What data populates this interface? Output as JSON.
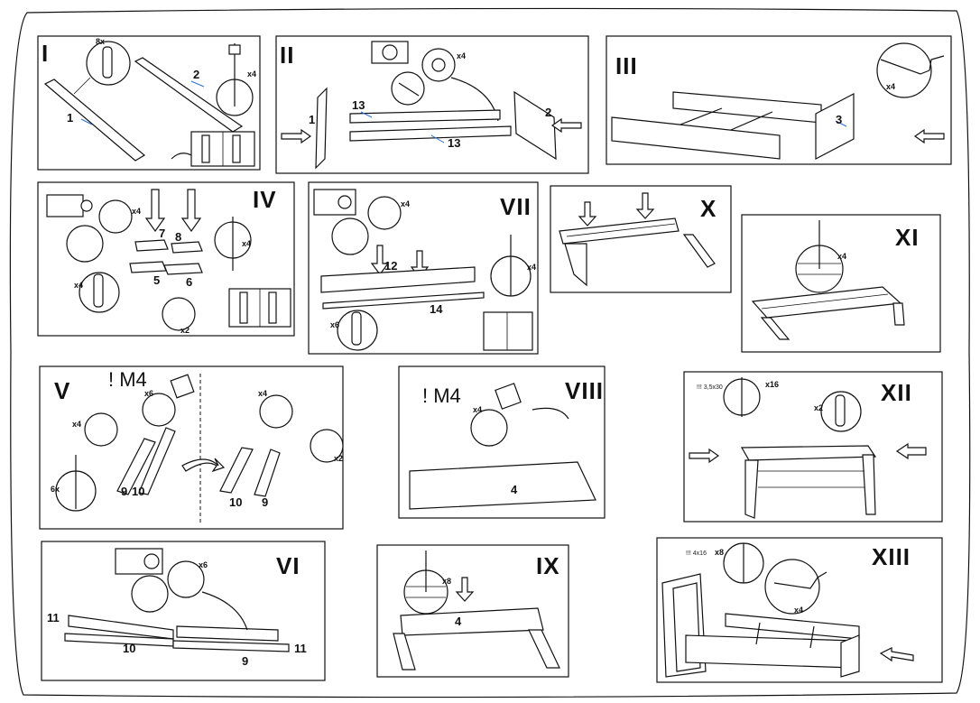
{
  "panels": {
    "p1": {
      "step": "I",
      "labels": {
        "a": "1",
        "b": "2"
      },
      "qty": {
        "a": "8x",
        "b": "x4"
      }
    },
    "p2": {
      "step": "II",
      "labels": {
        "a": "1",
        "b": "13",
        "c": "13",
        "d": "2"
      },
      "qty": {
        "a": "x4"
      }
    },
    "p3": {
      "step": "III",
      "labels": {
        "a": "3"
      },
      "qty": {
        "a": "x4"
      }
    },
    "p4": {
      "step": "IV",
      "labels": {
        "a": "7",
        "b": "8",
        "c": "5",
        "d": "6"
      },
      "qty": {
        "a": "x4",
        "b": "x4",
        "c": "x4",
        "d": "x2"
      }
    },
    "p5": {
      "step": "VII",
      "labels": {
        "a": "12",
        "b": "14"
      },
      "qty": {
        "a": "x4",
        "b": "x4",
        "c": "x6"
      }
    },
    "p6": {
      "step": "X"
    },
    "p7": {
      "step": "XI",
      "qty": {
        "a": "x4"
      }
    },
    "p8": {
      "step": "V",
      "note": "! M4",
      "labels": {
        "a": "9",
        "b": "10",
        "c": "10",
        "d": "9"
      },
      "qty": {
        "a": "x6",
        "b": "x4",
        "c": "6x",
        "d": "x4",
        "e": "x2"
      }
    },
    "p9": {
      "step": "VIII",
      "note": "! M4",
      "labels": {
        "a": "4"
      },
      "qty": {
        "a": "x4"
      }
    },
    "p10": {
      "step": "XII",
      "spec": "!!! 3,5x30",
      "qty": {
        "a": "x16",
        "b": "x2"
      }
    },
    "p11": {
      "step": "VI",
      "labels": {
        "a": "11",
        "b": "10",
        "c": "9",
        "d": "11"
      },
      "qty": {
        "a": "x6"
      }
    },
    "p12": {
      "step": "IX",
      "labels": {
        "a": "4"
      },
      "qty": {
        "a": "x8"
      }
    },
    "p13": {
      "step": "XIII",
      "spec": "!!! 4x16",
      "qty": {
        "a": "x8",
        "b": "x4"
      }
    }
  }
}
